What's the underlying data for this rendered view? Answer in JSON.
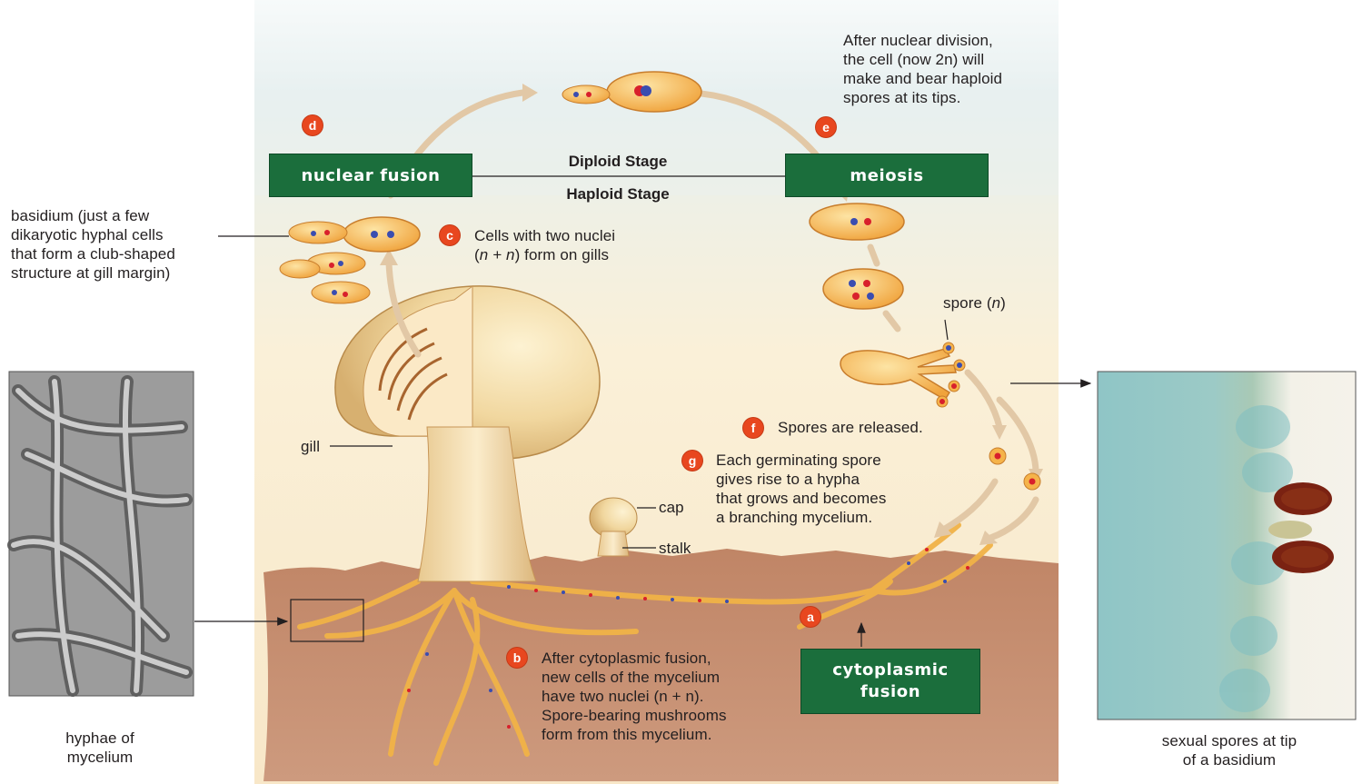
{
  "stages": {
    "diploid": "Diploid Stage",
    "haploid": "Haploid Stage"
  },
  "boxes": {
    "nuclear_fusion": "nuclear fusion",
    "meiosis": "meiosis",
    "cytoplasmic_fusion_line1": "cytoplasmic",
    "cytoplasmic_fusion_line2": "fusion"
  },
  "steps": {
    "a": "a",
    "b": "b",
    "c": "c",
    "d": "d",
    "e": "e",
    "f": "f",
    "g": "g"
  },
  "captions": {
    "b": [
      "After cytoplasmic fusion,",
      "new cells of the mycelium",
      "have two nuclei (n + n).",
      "Spore-bearing mushrooms",
      "form from this mycelium."
    ],
    "c_line1": "Cells with two nuclei",
    "c_line2_italic": "n + n",
    "c_line2_rest": ") form on gills",
    "e": [
      "After nuclear division,",
      "the cell (now 2n) will",
      "make and bear haploid",
      "spores at its tips."
    ],
    "f": "Spores are released.",
    "g": [
      "Each germinating spore",
      "gives rise to a hypha",
      "that grows and becomes",
      "a branching mycelium."
    ]
  },
  "labels": {
    "basidium": [
      "basidium (just a few",
      "dikaryotic hyphal cells",
      "that form a club-shaped",
      "structure at gill margin)"
    ],
    "gill": "gill",
    "cap": "cap",
    "stalk": "stalk",
    "spore": "spore (",
    "spore_n": "n",
    "hyphae_caption": [
      "hyphae of",
      "mycelium"
    ],
    "spores_caption": [
      "sexual spores at tip",
      "of a basidium"
    ]
  },
  "colors": {
    "box_green": "#1b6e3c",
    "badge_orange": "#e8471f",
    "cell_fill": "#f5b34a",
    "nucleus_blue": "#3a4db0",
    "nucleus_red": "#d8202c",
    "soil": "#b87a5c",
    "arrow_tan": "#e2c8a6"
  }
}
